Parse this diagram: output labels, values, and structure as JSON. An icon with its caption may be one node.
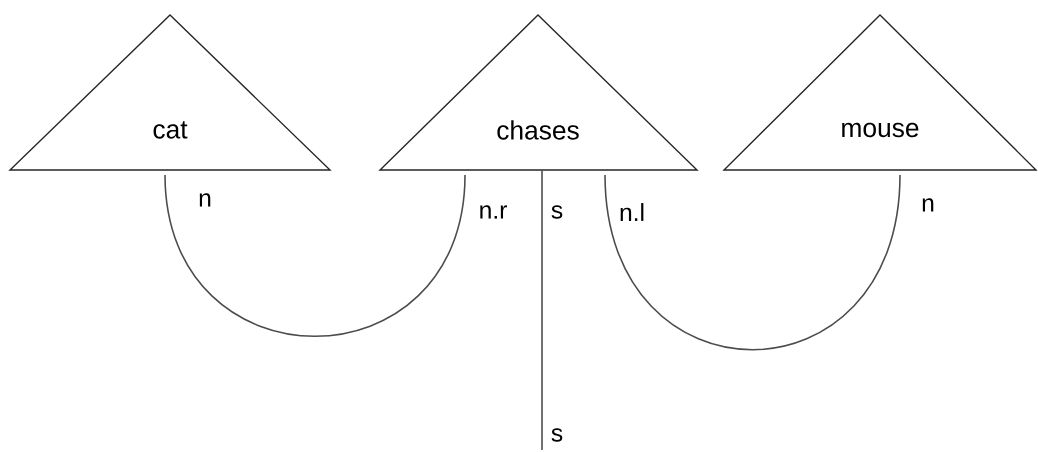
{
  "diagram": {
    "nodes": [
      {
        "text": [
          "cat"
        ]
      },
      {
        "text": [
          "chases"
        ]
      },
      {
        "text": [
          "mouse"
        ]
      }
    ],
    "edges": [
      {
        "from": 0,
        "to": 1,
        "arrow": "none"
      },
      {
        "from": 1,
        "to": 2,
        "arrow": "none"
      },
      {
        "from": 1,
        "to": null,
        "arrow": "none"
      }
    ],
    "labels": [
      "n",
      "n.r",
      "s",
      "n.l",
      "n",
      "s"
    ]
  }
}
